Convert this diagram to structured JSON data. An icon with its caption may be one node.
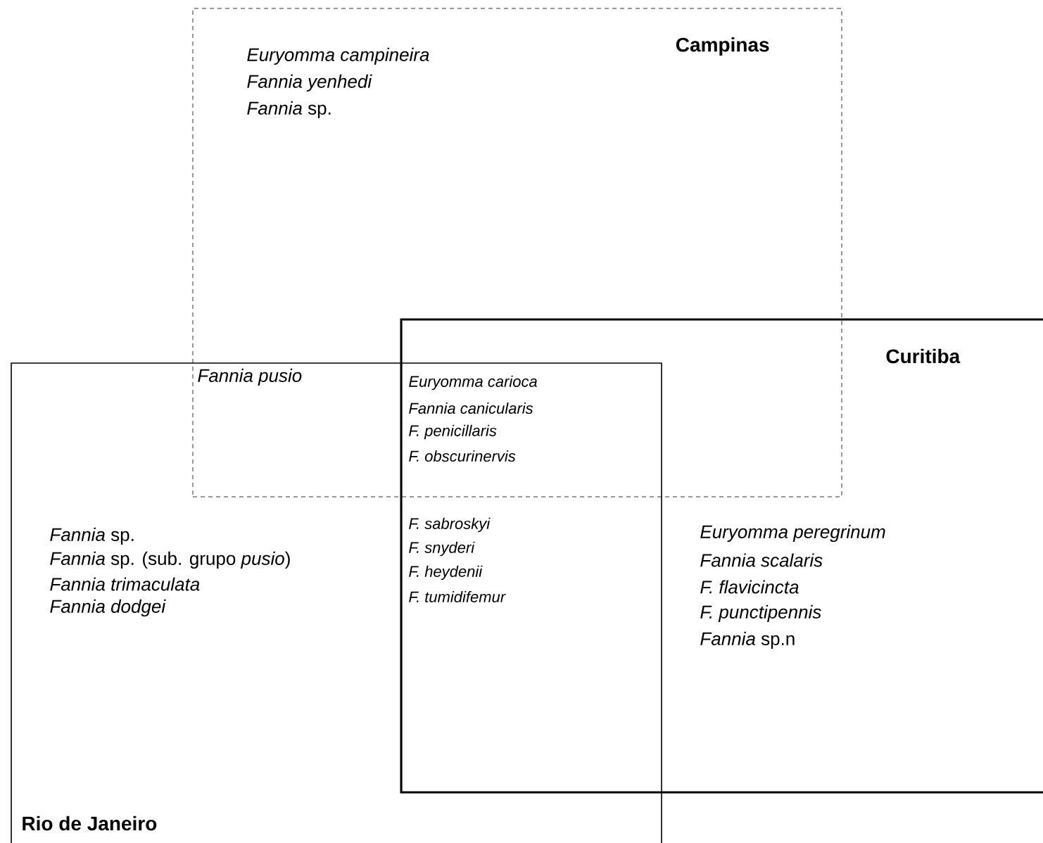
{
  "diagram": {
    "nodes": [
      {
        "text": [
          "Campinas"
        ]
      },
      {
        "text": [
          "Curitiba"
        ]
      },
      {
        "text": [
          "Rio de Janeiro"
        ]
      }
    ],
    "labels": [
      "Euryomma campineira",
      "Fannia yenhedi",
      "*Fannia* sp.",
      "Fannia pusio",
      "Euryomma carioca",
      "Fannia canicularis",
      "F. penicillaris",
      "F. obscurinervis",
      "F. sabroskyi",
      "F. snyderi",
      "F. heydenii",
      "F. tumidifemur",
      "*Fannia* sp.",
      "*Fannia* sp. (sub. grupo *pusio*)",
      "Fannia trimaculata",
      "Fannia dodgei",
      "Euryomma peregrinum",
      "Fannia scalaris",
      "F. flavicincta",
      "F. punctipennis",
      "*Fannia* sp.n"
    ]
  }
}
